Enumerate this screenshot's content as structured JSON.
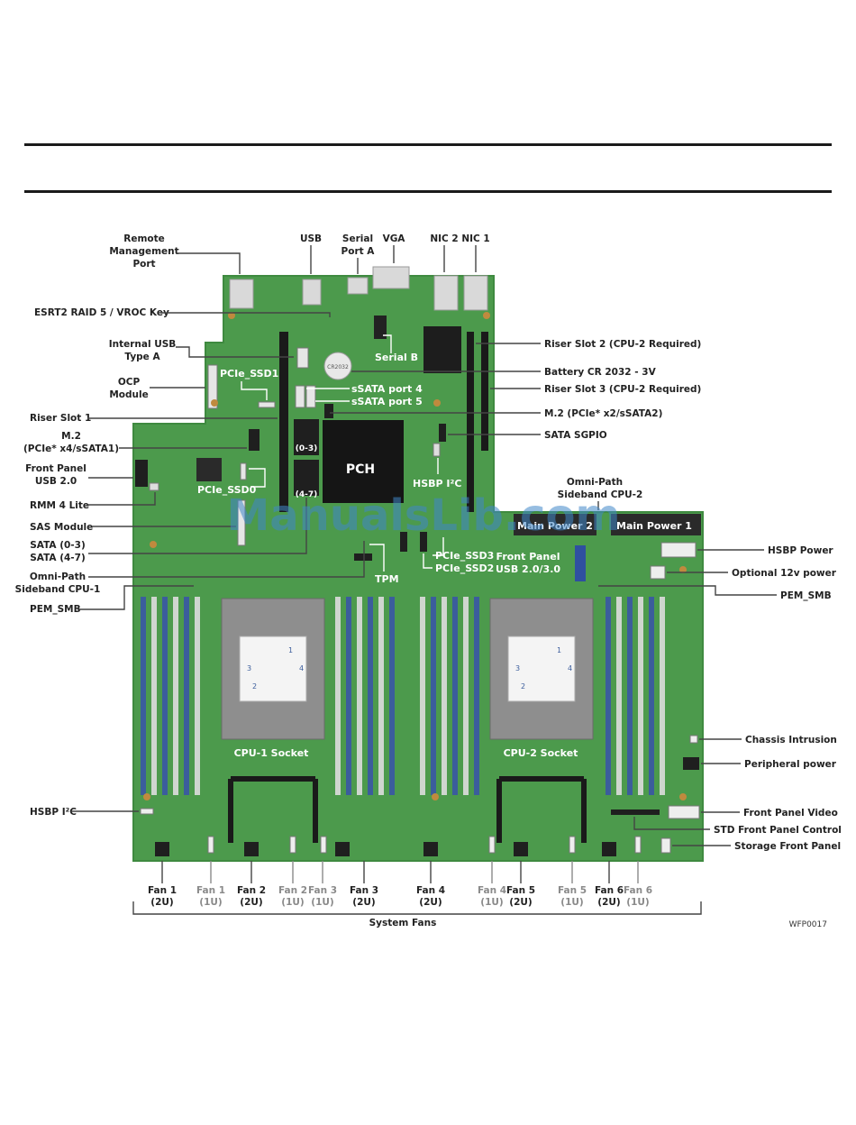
{
  "labels": {
    "remote_mgmt": [
      "Remote",
      "Management",
      "Port"
    ],
    "usb": "USB",
    "serial_a": [
      "Serial",
      "Port A"
    ],
    "vga": "VGA",
    "nic2": "NIC 2",
    "nic1": "NIC 1",
    "esrt2": "ESRT2 RAID 5 / VROC Key",
    "internal_usb": [
      "Internal USB",
      "Type A"
    ],
    "ocp": [
      "OCP",
      "Module"
    ],
    "riser1": "Riser Slot 1",
    "m2_left": [
      "M.2",
      "(PCIe* x4/sSATA1)"
    ],
    "fp_usb2": [
      "Front Panel",
      "USB 2.0"
    ],
    "rmm": "RMM 4 Lite",
    "sas": "SAS Module",
    "sata": [
      "SATA (0-3)",
      "SATA (4-7)"
    ],
    "opa_cpu1": [
      "Omni-Path",
      "Sideband CPU-1"
    ],
    "pem_smb_left": "PEM_SMB",
    "hsbp_i2c_left": "HSBP I²C",
    "serial_b": "Serial B",
    "pcie_ssd1": "PCIe_SSD1",
    "pcie_ssd0": "PCIe_SSD0",
    "ssata_port4": "sSATA port 4",
    "ssata_port5": "sSATA port 5",
    "sata_0_3": "(0-3)",
    "sata_4_7": "(4-7)",
    "pch": "PCH",
    "hsbp_i2c_center": "HSBP I²C",
    "tpm": "TPM",
    "pcie_ssd3": "PCIe_SSD3",
    "pcie_ssd2": "PCIe_SSD2",
    "riser2": "Riser Slot 2 (CPU-2 Required)",
    "battery": "Battery CR 2032 - 3V",
    "riser3": "Riser Slot 3 (CPU-2 Required)",
    "m2_right": "M.2 (PCIe* x2/sSATA2)",
    "sata_sgpio": "SATA SGPIO",
    "opa_cpu2": [
      "Omni-Path",
      "Sideband CPU-2"
    ],
    "main_power2": "Main Power 2",
    "main_power1": "Main Power 1",
    "fp_usb3": [
      "Front Panel",
      "USB 2.0/3.0"
    ],
    "hsbp_power": "HSBP Power",
    "opt_12v": "Optional 12v power",
    "pem_smb_right": "PEM_SMB",
    "chassis": "Chassis Intrusion",
    "peripheral": "Peripheral power",
    "fp_video": "Front Panel Video",
    "std_fp": "STD Front Panel Control",
    "storage_fp": "Storage Front Panel",
    "cpu1": "CPU-1 Socket",
    "cpu2": "CPU-2 Socket",
    "system_fans": "System Fans",
    "figure_id": "WFP0017",
    "cpu_label_1": "1",
    "cpu_label_2": "2",
    "cpu_label_3": "3",
    "cpu_label_4": "4",
    "battery_text": "CR2032"
  },
  "fans": [
    {
      "name": "Fan 1",
      "size": "(2U)",
      "style": "dark"
    },
    {
      "name": "Fan 1",
      "size": "(1U)",
      "style": "gray"
    },
    {
      "name": "Fan 2",
      "size": "(2U)",
      "style": "dark"
    },
    {
      "name": "Fan 2",
      "size": "(1U)",
      "style": "gray"
    },
    {
      "name": "Fan 3",
      "size": "(1U)",
      "style": "gray"
    },
    {
      "name": "Fan 3",
      "size": "(2U)",
      "style": "dark"
    },
    {
      "name": "Fan 4",
      "size": "(2U)",
      "style": "dark"
    },
    {
      "name": "Fan 4",
      "size": "(1U)",
      "style": "gray"
    },
    {
      "name": "Fan 5",
      "size": "(2U)",
      "style": "dark"
    },
    {
      "name": "Fan 5",
      "size": "(1U)",
      "style": "gray"
    },
    {
      "name": "Fan 6",
      "size": "(2U)",
      "style": "dark"
    },
    {
      "name": "Fan 6",
      "size": "(1U)",
      "style": "gray"
    }
  ],
  "watermark": "ManualsLib.com",
  "colors": {
    "pcb": "#4c9a4c",
    "pcb_edge": "#3f8a40",
    "dimm_blue": "#3b5d9c",
    "watermark": "#3f86c9"
  }
}
